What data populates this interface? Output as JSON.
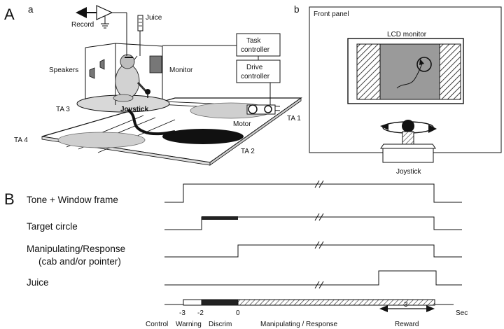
{
  "panel_a": {
    "panel_letter": "A",
    "sub_a": "a",
    "labels": {
      "record": "Record",
      "juice": "Juice",
      "task_controller_line1": "Task",
      "task_controller_line2": "controller",
      "drive_controller_line1": "Drive",
      "drive_controller_line2": "controller",
      "speakers": "Speakers",
      "monitor": "Monitor",
      "joystick": "Joystick",
      "motor": "Motor",
      "ta1": "TA 1",
      "ta2": "TA 2",
      "ta3": "TA 3",
      "ta4": "TA 4"
    }
  },
  "panel_b_top": {
    "sub_b": "b",
    "front_panel": "Front panel",
    "lcd_monitor": "LCD monitor",
    "joystick": "Joystick"
  },
  "panel_b": {
    "panel_letter": "B",
    "traces": [
      {
        "label_line1": "Tone + Window frame",
        "label_line2": "",
        "high_from": -3,
        "high_to": null
      },
      {
        "label_line1": "Target circle",
        "label_line2": "",
        "high_from": -2,
        "high_to": null
      },
      {
        "label_line1": "Manipulating/Response",
        "label_line2": "(cab and/or pointer)",
        "high_from": 0,
        "high_to": null
      },
      {
        "label_line1": "Juice",
        "label_line2": "",
        "high_from": "reward",
        "high_to": null
      }
    ],
    "timeline": {
      "tick_labels": [
        "-3",
        "-2",
        "0"
      ],
      "unit": "Sec",
      "reward_duration": "3",
      "phases": [
        "Control",
        "Warning",
        "Discrim",
        "Manipulating / Response",
        "Reward"
      ]
    }
  }
}
